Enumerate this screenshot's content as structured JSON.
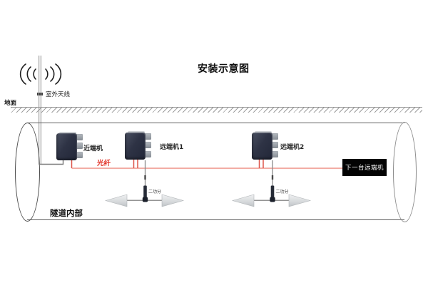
{
  "title": "安装示意图",
  "outdoor": {
    "antenna_label": "室外天线",
    "ground_label": "地面"
  },
  "tunnel": {
    "interior_label": "隧道内部"
  },
  "devices": [
    {
      "label": "近端机"
    },
    {
      "label": "远端机1"
    },
    {
      "label": "远端机2"
    }
  ],
  "fiber": {
    "label": "光纤",
    "main_line_color": "#f2a8a0",
    "drop_line_color": "#dd5448",
    "label_color": "#e23227"
  },
  "splitters": [
    {
      "label": "二功分"
    },
    {
      "label": "二功分"
    }
  ],
  "next_device_box": {
    "label": "下一台远端机",
    "background_color": "#000000",
    "text_color": "#ffffff"
  },
  "colors": {
    "device_body": "#2b3040",
    "cable_gray": "#8a8a8a",
    "tunnel_outline": "#5f5f5f"
  }
}
